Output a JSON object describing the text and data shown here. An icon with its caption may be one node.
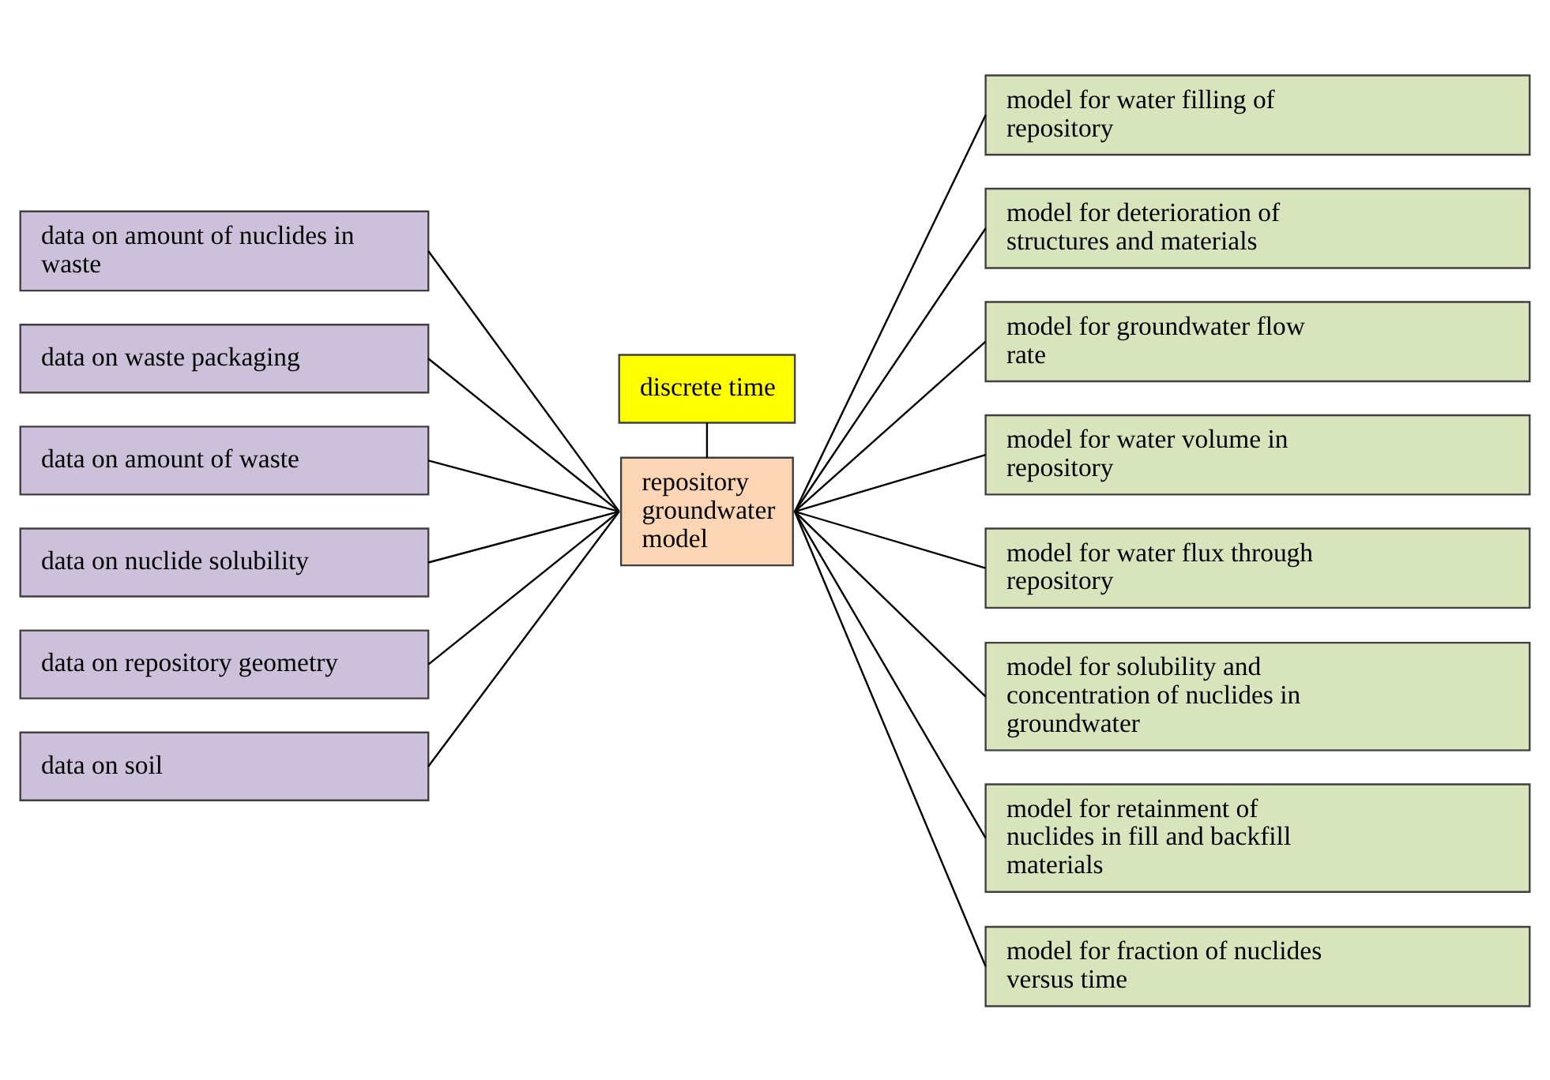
{
  "diagram": {
    "nodes": [
      {
        "text": [
          "data on amount of nuclides in waste"
        ]
      },
      {
        "text": [
          "data on waste packaging"
        ]
      },
      {
        "text": [
          "data on amount of waste"
        ]
      },
      {
        "text": [
          "data on nuclide solubility"
        ]
      },
      {
        "text": [
          "data on repository geometry"
        ]
      },
      {
        "text": [
          "data on soil"
        ]
      },
      {
        "text": [
          "discrete time"
        ]
      },
      {
        "text": [
          "repository groundwater model"
        ]
      },
      {
        "text": [
          "model for water filling of repository"
        ]
      },
      {
        "text": [
          "model for deterioration of structures and materials"
        ]
      },
      {
        "text": [
          "model for groundwater flow rate"
        ]
      },
      {
        "text": [
          "model for water volume in repository"
        ]
      },
      {
        "text": [
          "model for water flux through repository"
        ]
      },
      {
        "text": [
          "model for solubility and concentration of nuclides in groundwater"
        ]
      },
      {
        "text": [
          "model for retainment of nuclides in fill and backfill materials"
        ]
      },
      {
        "text": [
          "model for fraction of nuclides versus time"
        ]
      }
    ],
    "edges": [
      {
        "from": 0,
        "to": 7,
        "arrow": "none"
      },
      {
        "from": 1,
        "to": 7,
        "arrow": "none"
      },
      {
        "from": 2,
        "to": 7,
        "arrow": "none"
      },
      {
        "from": 3,
        "to": 7,
        "arrow": "none"
      },
      {
        "from": 4,
        "to": 7,
        "arrow": "none"
      },
      {
        "from": 5,
        "to": 7,
        "arrow": "none"
      },
      {
        "from": 6,
        "to": 7,
        "arrow": "none"
      },
      {
        "from": 7,
        "to": 8,
        "arrow": "none"
      },
      {
        "from": 7,
        "to": 9,
        "arrow": "none"
      },
      {
        "from": 7,
        "to": 10,
        "arrow": "none"
      },
      {
        "from": 7,
        "to": 11,
        "arrow": "none"
      },
      {
        "from": 7,
        "to": 12,
        "arrow": "none"
      },
      {
        "from": 7,
        "to": 13,
        "arrow": "none"
      },
      {
        "from": 7,
        "to": 14,
        "arrow": "none"
      },
      {
        "from": 7,
        "to": 15,
        "arrow": "none"
      }
    ]
  }
}
